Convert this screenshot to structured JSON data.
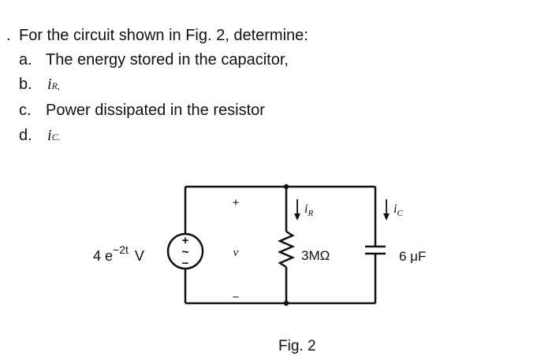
{
  "question": {
    "lead_marker": ".",
    "intro": "For the circuit shown in Fig. 2, determine:",
    "items": [
      {
        "marker": "a.",
        "text": "The energy stored in the capacitor,"
      },
      {
        "marker": "b.",
        "sym": "i",
        "sub": "R,"
      },
      {
        "marker": "c.",
        "text": "Power dissipated in the resistor"
      },
      {
        "marker": "d.",
        "sym": "i",
        "sub": "C."
      }
    ]
  },
  "circuit": {
    "source_label_base": "4 e",
    "source_label_exp": "−2t",
    "source_label_unit": "V",
    "source_plus": "+",
    "source_minus": "−",
    "source_tilde": "~",
    "v_plus": "+",
    "v_label": "v",
    "v_minus": "−",
    "iR_sym": "i",
    "iR_sub": "R",
    "iC_sym": "i",
    "iC_sub": "C",
    "resistor_value": "3MΩ",
    "capacitor_value": "6 μF",
    "figure_caption": "Fig. 2"
  },
  "colors": {
    "ink": "#111111",
    "background": "#ffffff"
  }
}
